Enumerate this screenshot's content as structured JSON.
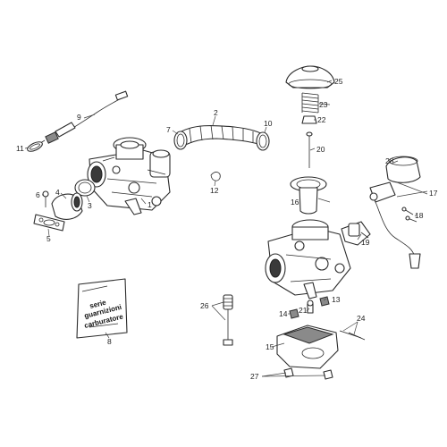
{
  "callouts": {
    "c1": "1",
    "c2": "2",
    "c3": "3",
    "c4": "4",
    "c5": "5",
    "c6": "6",
    "c7": "7",
    "c8": "8",
    "c9": "9",
    "c10": "10",
    "c11": "11",
    "c12": "12",
    "c13": "13",
    "c14": "14",
    "c15": "15",
    "c16": "16",
    "c17": "17",
    "c18": "18",
    "c19": "19",
    "c20": "20",
    "c21": "21",
    "c22": "22",
    "c23": "23",
    "c24": "24",
    "c25": "25",
    "c26": "26",
    "c27": "27",
    "c28": "28"
  },
  "gasket_bag": {
    "line1": "serie",
    "line2": "guarnizioni",
    "line3": "carburatore"
  }
}
